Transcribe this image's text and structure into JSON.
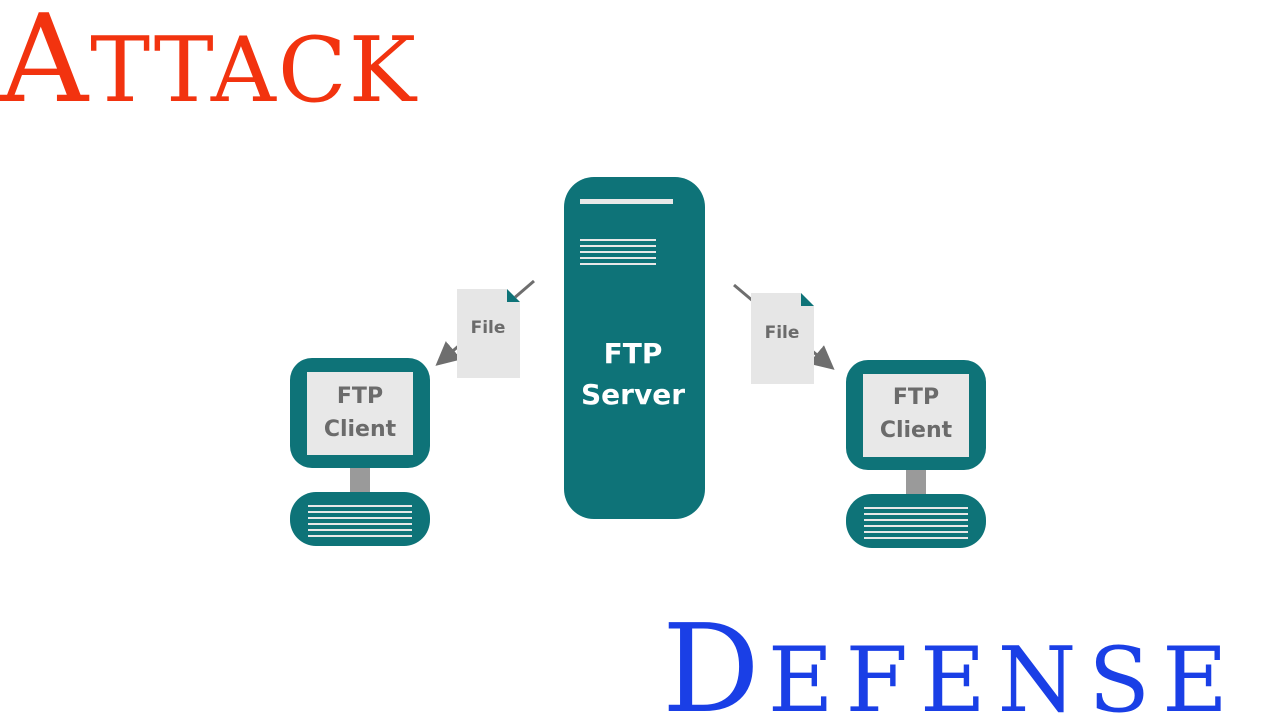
{
  "titles": {
    "attack": {
      "first": "A",
      "rest": "TTACK"
    },
    "defense": {
      "first": "D",
      "rest": "EFENSE"
    }
  },
  "colors": {
    "attack": "#f2330f",
    "defense": "#1a3fe6",
    "teal": "#0e7378",
    "screen": "#e8e8e8",
    "file": "#e6e6e6",
    "text_gray": "#6b6b6b",
    "arrow": "#6e6e6e"
  },
  "diagram": {
    "server": {
      "line1": "FTP",
      "line2": "Server"
    },
    "client_left": {
      "line1": "FTP",
      "line2": "Client"
    },
    "client_right": {
      "line1": "FTP",
      "line2": "Client"
    },
    "file_left": {
      "label": "File"
    },
    "file_right": {
      "label": "File"
    }
  }
}
